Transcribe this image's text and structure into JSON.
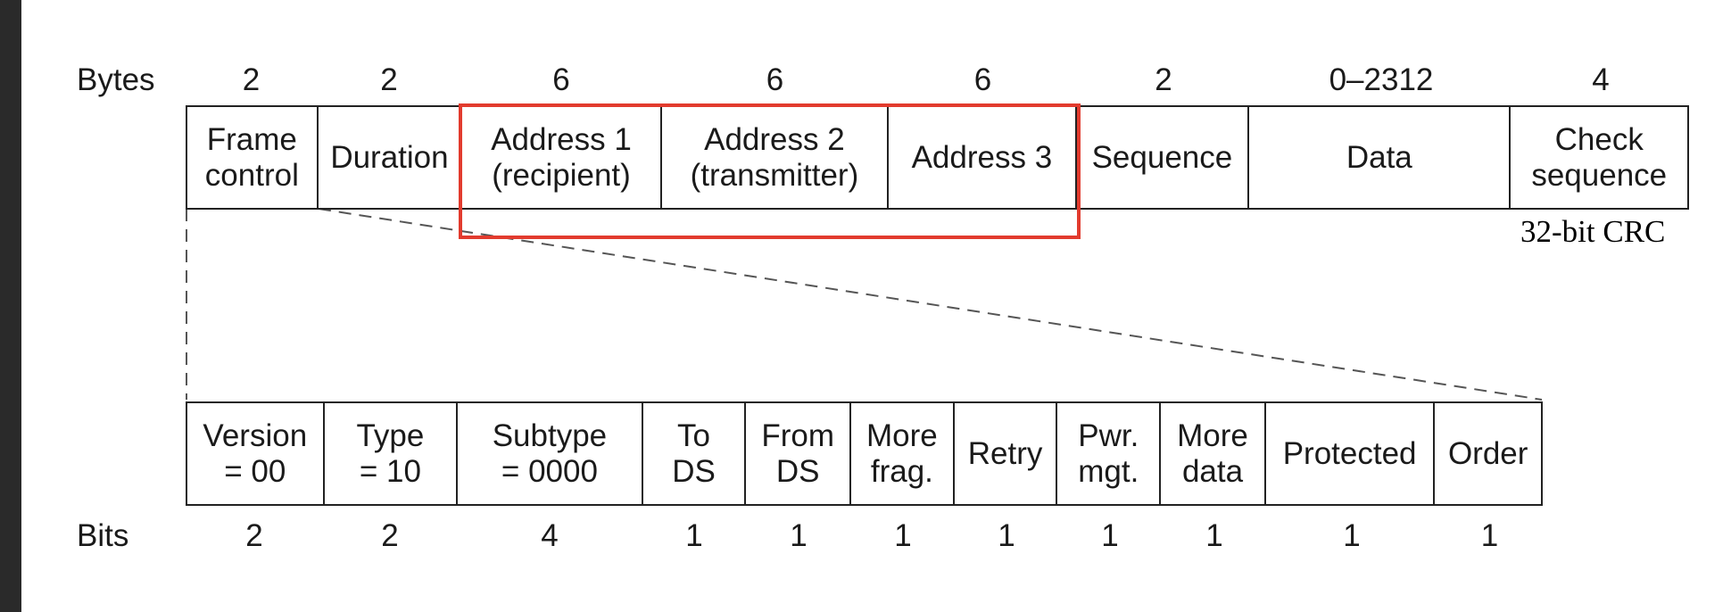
{
  "bytes_label": "Bytes",
  "bits_label": "Bits",
  "frame_fields": [
    {
      "label": "Frame\ncontrol",
      "size": "2"
    },
    {
      "label": "Duration",
      "size": "2"
    },
    {
      "label": "Address 1\n(recipient)",
      "size": "6"
    },
    {
      "label": "Address 2\n(transmitter)",
      "size": "6"
    },
    {
      "label": "Address 3",
      "size": "6"
    },
    {
      "label": "Sequence",
      "size": "2"
    },
    {
      "label": "Data",
      "size": "0–2312"
    },
    {
      "label": "Check\nsequence",
      "size": "4"
    }
  ],
  "control_fields": [
    {
      "label": "Version\n= 00",
      "size": "2"
    },
    {
      "label": "Type\n= 10",
      "size": "2"
    },
    {
      "label": "Subtype\n= 0000",
      "size": "4"
    },
    {
      "label": "To\nDS",
      "size": "1"
    },
    {
      "label": "From\nDS",
      "size": "1"
    },
    {
      "label": "More\nfrag.",
      "size": "1"
    },
    {
      "label": "Retry",
      "size": "1"
    },
    {
      "label": "Pwr.\nmgt.",
      "size": "1"
    },
    {
      "label": "More\ndata",
      "size": "1"
    },
    {
      "label": "Protected",
      "size": "1"
    },
    {
      "label": "Order",
      "size": "1"
    }
  ],
  "annotation": "32-bit CRC",
  "colors": {
    "highlight": "#e23b2e",
    "line": "#222222",
    "sidebar": "#2a2a2a"
  }
}
